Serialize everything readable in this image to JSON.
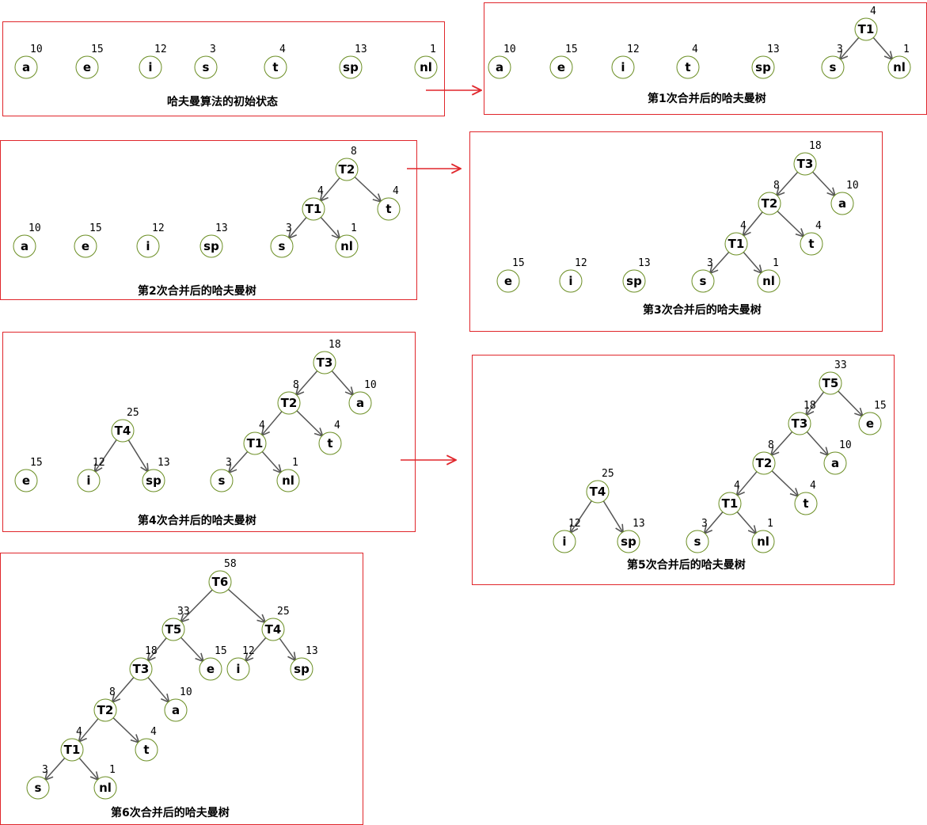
{
  "arrow_color": "#e0262b",
  "panel_border_color": "#e0262b",
  "node_border_color": "#6b8e23",
  "edge_color": "#555555",
  "panels": [
    {
      "caption": "哈夫曼算法的初始状态",
      "nodes": [
        {
          "id": "a",
          "label": "a",
          "weight": "10"
        },
        {
          "id": "e",
          "label": "e",
          "weight": "15"
        },
        {
          "id": "i",
          "label": "i",
          "weight": "12"
        },
        {
          "id": "s",
          "label": "s",
          "weight": "3"
        },
        {
          "id": "t",
          "label": "t",
          "weight": "4"
        },
        {
          "id": "sp",
          "label": "sp",
          "weight": "13"
        },
        {
          "id": "nl",
          "label": "nl",
          "weight": "1"
        }
      ],
      "edges": []
    },
    {
      "caption": "第1次合并后的哈夫曼树",
      "nodes": [
        {
          "id": "a",
          "label": "a",
          "weight": "10"
        },
        {
          "id": "e",
          "label": "e",
          "weight": "15"
        },
        {
          "id": "i",
          "label": "i",
          "weight": "12"
        },
        {
          "id": "t",
          "label": "t",
          "weight": "4"
        },
        {
          "id": "sp",
          "label": "sp",
          "weight": "13"
        },
        {
          "id": "T1",
          "label": "T1",
          "weight": "4"
        },
        {
          "id": "s",
          "label": "s",
          "weight": "3"
        },
        {
          "id": "nl",
          "label": "nl",
          "weight": "1"
        }
      ],
      "edges": [
        [
          "T1",
          "s"
        ],
        [
          "T1",
          "nl"
        ]
      ]
    },
    {
      "caption": "第2次合并后的哈夫曼树",
      "nodes": [
        {
          "id": "T2",
          "label": "T2",
          "weight": "8"
        },
        {
          "id": "T1",
          "label": "T1",
          "weight": "4"
        },
        {
          "id": "t",
          "label": "t",
          "weight": "4"
        },
        {
          "id": "a",
          "label": "a",
          "weight": "10"
        },
        {
          "id": "e",
          "label": "e",
          "weight": "15"
        },
        {
          "id": "i",
          "label": "i",
          "weight": "12"
        },
        {
          "id": "sp",
          "label": "sp",
          "weight": "13"
        },
        {
          "id": "s",
          "label": "s",
          "weight": "3"
        },
        {
          "id": "nl",
          "label": "nl",
          "weight": "1"
        }
      ],
      "edges": [
        [
          "T2",
          "T1"
        ],
        [
          "T2",
          "t"
        ],
        [
          "T1",
          "s"
        ],
        [
          "T1",
          "nl"
        ]
      ]
    },
    {
      "caption": "第3次合并后的哈夫曼树",
      "nodes": [
        {
          "id": "T3",
          "label": "T3",
          "weight": "18"
        },
        {
          "id": "T2",
          "label": "T2",
          "weight": "8"
        },
        {
          "id": "a",
          "label": "a",
          "weight": "10"
        },
        {
          "id": "T1",
          "label": "T1",
          "weight": "4"
        },
        {
          "id": "t",
          "label": "t",
          "weight": "4"
        },
        {
          "id": "e",
          "label": "e",
          "weight": "15"
        },
        {
          "id": "i",
          "label": "i",
          "weight": "12"
        },
        {
          "id": "sp",
          "label": "sp",
          "weight": "13"
        },
        {
          "id": "s",
          "label": "s",
          "weight": "3"
        },
        {
          "id": "nl",
          "label": "nl",
          "weight": "1"
        }
      ],
      "edges": [
        [
          "T3",
          "T2"
        ],
        [
          "T3",
          "a"
        ],
        [
          "T2",
          "T1"
        ],
        [
          "T2",
          "t"
        ],
        [
          "T1",
          "s"
        ],
        [
          "T1",
          "nl"
        ]
      ]
    },
    {
      "caption": "第4次合并后的哈夫曼树",
      "nodes": [
        {
          "id": "T3",
          "label": "T3",
          "weight": "18"
        },
        {
          "id": "T2",
          "label": "T2",
          "weight": "8"
        },
        {
          "id": "a",
          "label": "a",
          "weight": "10"
        },
        {
          "id": "T4",
          "label": "T4",
          "weight": "25"
        },
        {
          "id": "T1",
          "label": "T1",
          "weight": "4"
        },
        {
          "id": "t",
          "label": "t",
          "weight": "4"
        },
        {
          "id": "e",
          "label": "e",
          "weight": "15"
        },
        {
          "id": "i",
          "label": "i",
          "weight": "12"
        },
        {
          "id": "sp",
          "label": "sp",
          "weight": "13"
        },
        {
          "id": "s",
          "label": "s",
          "weight": "3"
        },
        {
          "id": "nl",
          "label": "nl",
          "weight": "1"
        }
      ],
      "edges": [
        [
          "T3",
          "T2"
        ],
        [
          "T3",
          "a"
        ],
        [
          "T2",
          "T1"
        ],
        [
          "T2",
          "t"
        ],
        [
          "T1",
          "s"
        ],
        [
          "T1",
          "nl"
        ],
        [
          "T4",
          "i"
        ],
        [
          "T4",
          "sp"
        ]
      ]
    },
    {
      "caption": "第5次合并后的哈夫曼树",
      "nodes": [
        {
          "id": "T5",
          "label": "T5",
          "weight": "33"
        },
        {
          "id": "T3",
          "label": "T3",
          "weight": "18"
        },
        {
          "id": "e",
          "label": "e",
          "weight": "15"
        },
        {
          "id": "T2",
          "label": "T2",
          "weight": "8"
        },
        {
          "id": "a",
          "label": "a",
          "weight": "10"
        },
        {
          "id": "T4",
          "label": "T4",
          "weight": "25"
        },
        {
          "id": "T1",
          "label": "T1",
          "weight": "4"
        },
        {
          "id": "t",
          "label": "t",
          "weight": "4"
        },
        {
          "id": "i",
          "label": "i",
          "weight": "12"
        },
        {
          "id": "sp",
          "label": "sp",
          "weight": "13"
        },
        {
          "id": "s",
          "label": "s",
          "weight": "3"
        },
        {
          "id": "nl",
          "label": "nl",
          "weight": "1"
        }
      ],
      "edges": [
        [
          "T5",
          "T3"
        ],
        [
          "T5",
          "e"
        ],
        [
          "T3",
          "T2"
        ],
        [
          "T3",
          "a"
        ],
        [
          "T2",
          "T1"
        ],
        [
          "T2",
          "t"
        ],
        [
          "T1",
          "s"
        ],
        [
          "T1",
          "nl"
        ],
        [
          "T4",
          "i"
        ],
        [
          "T4",
          "sp"
        ]
      ]
    },
    {
      "caption": "第6次合并后的哈夫曼树",
      "nodes": [
        {
          "id": "T6",
          "label": "T6",
          "weight": "58"
        },
        {
          "id": "T5",
          "label": "T5",
          "weight": "33"
        },
        {
          "id": "T4",
          "label": "T4",
          "weight": "25"
        },
        {
          "id": "T3",
          "label": "T3",
          "weight": "18"
        },
        {
          "id": "e",
          "label": "e",
          "weight": "15"
        },
        {
          "id": "i",
          "label": "i",
          "weight": "12"
        },
        {
          "id": "sp",
          "label": "sp",
          "weight": "13"
        },
        {
          "id": "T2",
          "label": "T2",
          "weight": "8"
        },
        {
          "id": "a",
          "label": "a",
          "weight": "10"
        },
        {
          "id": "T1",
          "label": "T1",
          "weight": "4"
        },
        {
          "id": "t",
          "label": "t",
          "weight": "4"
        },
        {
          "id": "s",
          "label": "s",
          "weight": "3"
        },
        {
          "id": "nl",
          "label": "nl",
          "weight": "1"
        }
      ],
      "edges": [
        [
          "T6",
          "T5"
        ],
        [
          "T6",
          "T4"
        ],
        [
          "T5",
          "T3"
        ],
        [
          "T5",
          "e"
        ],
        [
          "T4",
          "i"
        ],
        [
          "T4",
          "sp"
        ],
        [
          "T3",
          "T2"
        ],
        [
          "T3",
          "a"
        ],
        [
          "T2",
          "T1"
        ],
        [
          "T2",
          "t"
        ],
        [
          "T1",
          "s"
        ],
        [
          "T1",
          "nl"
        ]
      ]
    }
  ]
}
